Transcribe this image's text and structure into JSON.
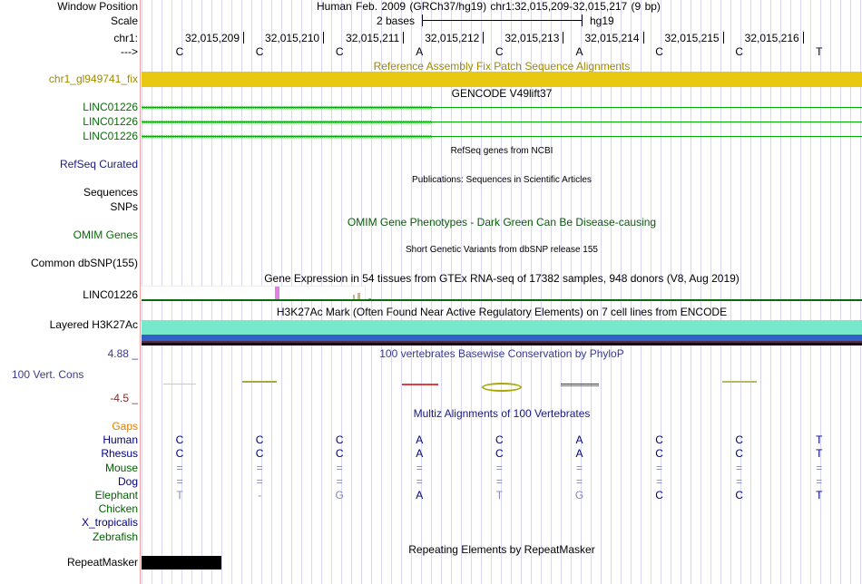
{
  "header": {
    "window_position_label": "Window Position",
    "window_position": "Human Feb. 2009 (GRCh37/hg19)   chr1:32,015,209-32,015,217 (9 bp)",
    "scale_label": "Scale",
    "scale_text": "2 bases",
    "scale_db": "hg19",
    "chrom_label": "chr1:",
    "strand_label": "--->",
    "positions": [
      "32,015,209",
      "32,015,210",
      "32,015,211",
      "32,015,212",
      "32,015,213",
      "32,015,214",
      "32,015,215",
      "32,015,216"
    ],
    "bases": [
      "C",
      "C",
      "C",
      "A",
      "C",
      "A",
      "C",
      "C",
      "T"
    ]
  },
  "tracks": {
    "fix_title": "Reference Assembly Fix Patch Sequence Alignments",
    "fix_label": "chr1_gl949741_fix",
    "gencode_title": "GENCODE V49lift37",
    "gencode_items": [
      "LINC01226",
      "LINC01226",
      "LINC01226"
    ],
    "refseq_title": "RefSeq genes from NCBI",
    "refseq_label": "RefSeq Curated",
    "pubs_title": "Publications: Sequences in Scientific Articles",
    "pubs_labels": [
      "Sequences",
      "SNPs"
    ],
    "omim_title": "OMIM Gene Phenotypes - Dark Green Can Be Disease-causing",
    "omim_label": "OMIM Genes",
    "dbsnp_title": "Short Genetic Variants from dbSNP release 155",
    "dbsnp_label": "Common dbSNP(155)",
    "gtex_title": "Gene Expression in 54 tissues from GTEx RNA-seq of 17382 samples, 948 donors (V8, Aug 2019)",
    "gtex_label": "LINC01226",
    "h3k_title": "H3K27Ac Mark (Often Found Near Active Regulatory Elements) on 7 cell lines from ENCODE",
    "h3k_label": "Layered H3K27Ac",
    "phylop_title": "100 vertebrates Basewise Conservation by PhyloP",
    "phylop_label": "100 Vert. Cons",
    "phylop_max": "4.88 _",
    "phylop_min": "-4.5 _",
    "multiz_title": "Multiz Alignments of 100 Vertebrates",
    "multiz_rows": [
      {
        "name": "Gaps",
        "color": "#e08000",
        "seq": [
          "",
          "",
          "",
          "",
          "",
          "",
          "",
          "",
          ""
        ]
      },
      {
        "name": "Human",
        "color": "#000080",
        "seq": [
          "C",
          "C",
          "C",
          "A",
          "C",
          "A",
          "C",
          "C",
          "T"
        ]
      },
      {
        "name": "Rhesus",
        "color": "#000080",
        "seq": [
          "C",
          "C",
          "C",
          "A",
          "C",
          "A",
          "C",
          "C",
          "T"
        ]
      },
      {
        "name": "Mouse",
        "color": "#006000",
        "seq": [
          "=",
          "=",
          "=",
          "=",
          "=",
          "=",
          "=",
          "=",
          "="
        ]
      },
      {
        "name": "Dog",
        "color": "#000080",
        "seq": [
          "=",
          "=",
          "=",
          "=",
          "=",
          "=",
          "=",
          "=",
          "="
        ]
      },
      {
        "name": "Elephant",
        "color": "#006000",
        "seq": [
          "T",
          "-",
          "G",
          "A",
          "T",
          "G",
          "C",
          "C",
          "T"
        ]
      },
      {
        "name": "Chicken",
        "color": "#006000",
        "seq": []
      },
      {
        "name": "X_tropicalis",
        "color": "#000080",
        "seq": []
      },
      {
        "name": "Zebrafish",
        "color": "#006000",
        "seq": []
      }
    ],
    "rmsk_title": "Repeating Elements by RepeatMasker",
    "rmsk_label": "RepeatMasker"
  }
}
